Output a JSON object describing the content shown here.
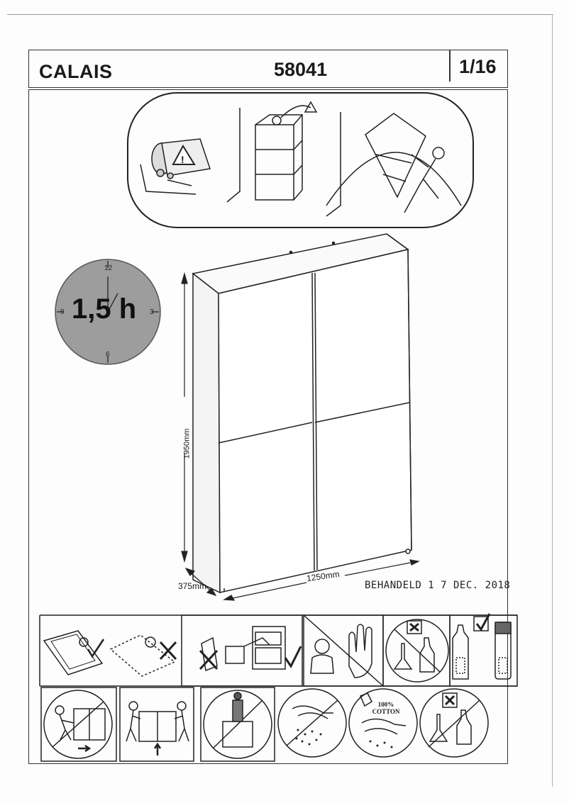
{
  "header": {
    "title": "CALAIS",
    "article_number": "58041",
    "page": "1/16"
  },
  "assembly_time": {
    "label": "1,5 h",
    "clock_numbers": [
      "12",
      "3",
      "6",
      "9"
    ]
  },
  "dimensions": {
    "height": "1950mm",
    "width": "1250mm",
    "depth": "375mm"
  },
  "stamp": "BEHANDELD  1 7 DEC. 2018",
  "care_icons": {
    "cotton_text": "100% COTTON",
    "items": [
      {
        "icon": "assemble-on-protective-mat-icon"
      },
      {
        "icon": "check-all-parts-icon"
      },
      {
        "icon": "keep-away-from-children-icon"
      },
      {
        "icon": "no-chemicals-icon"
      },
      {
        "icon": "use-mild-cleaner-icon"
      },
      {
        "icon": "two-person-move-icon"
      },
      {
        "icon": "two-person-lift-icon"
      },
      {
        "icon": "do-not-stand-on-icon"
      },
      {
        "icon": "no-wet-cleaning-icon"
      },
      {
        "icon": "clean-with-cotton-cloth-icon"
      },
      {
        "icon": "no-chemicals-icon"
      }
    ]
  }
}
